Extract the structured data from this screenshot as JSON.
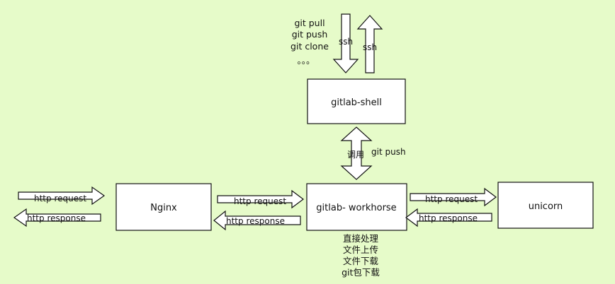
{
  "nodes": {
    "gitlab_shell": "gitlab-shell",
    "nginx": "Nginx",
    "workhorse": "gitlab- workhorse",
    "unicorn": "unicorn"
  },
  "git_commands": [
    "git pull",
    "git push",
    "git clone",
    "。。。"
  ],
  "ssh_down_label": "ssh",
  "ssh_up_label": "ssh",
  "call_label": "调用",
  "call_git_push_label": "git push",
  "http_request_label": "http request",
  "http_response_label": "http response",
  "workhorse_duties": [
    "直接处理",
    "文件上传",
    "文件下载",
    "git包下载"
  ]
}
